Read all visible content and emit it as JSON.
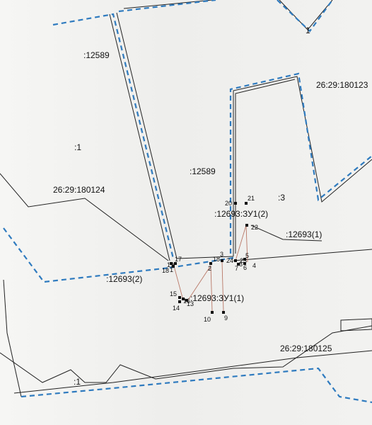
{
  "parcels": {
    "p_12589_top": ":12589",
    "p_180123": "26:29:180123",
    "p_1_left": ":1",
    "p_12589_mid": ":12589",
    "p_180124": "26:29:180124",
    "p_3": ":3",
    "p_zu2": ":12693:ЗУ1(2)",
    "p_12693_1": ":12693(1)",
    "p_12693_2": ":12693(2)",
    "p_zu1": ":12693:ЗУ1(1)",
    "p_180125": "26:29:180125",
    "p_1_bottom": ":1",
    "p_1_top": "1"
  },
  "points": {
    "p1": "1",
    "p2": "2",
    "p3": "3",
    "p4": "4",
    "p5": "5",
    "p6": "6",
    "p7": "7",
    "p9": "9",
    "p10": "10",
    "p13": "13",
    "p14": "14",
    "p15": "15",
    "p16": "16",
    "p17": "17",
    "p18": "18",
    "p19": "19",
    "p20": "20",
    "p21": "21",
    "p22": "22",
    "p24": "24",
    "p8": "8",
    "p23": "23"
  },
  "colors": {
    "boundary": "#222222",
    "zone_boundary": "#2f7bbf",
    "survey_line": "#b87766"
  }
}
